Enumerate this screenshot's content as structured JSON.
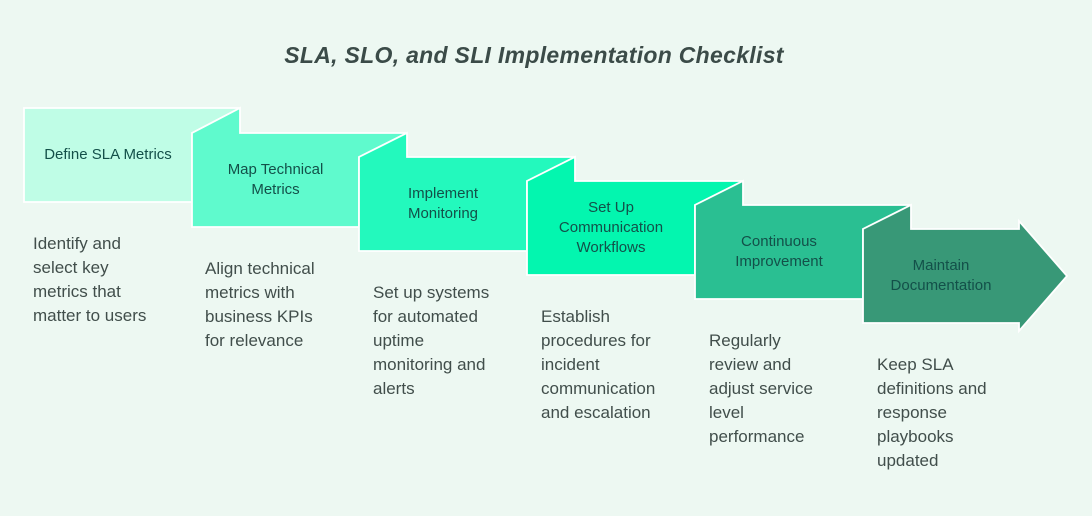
{
  "title": "SLA, SLO, and SLI Implementation Checklist",
  "theme": {
    "background": "#edf8f2",
    "title_color": "#3b4b48",
    "label_color": "#135049",
    "description_color": "#414e4b",
    "crease_color": "#ffffff",
    "step_colors": [
      "#bffde6",
      "#5ffacd",
      "#23f9bd",
      "#03f6af",
      "#2abf92",
      "#389877"
    ]
  },
  "steps": [
    {
      "label": "Define SLA Metrics",
      "description": "Identify and select key metrics that matter to users",
      "color": "#bffde6"
    },
    {
      "label": "Map Technical Metrics",
      "description": "Align technical metrics with business KPIs for relevance",
      "color": "#5ffacd"
    },
    {
      "label": "Implement Monitoring",
      "description": "Set up systems for automated uptime monitoring and alerts",
      "color": "#23f9bd"
    },
    {
      "label": "Set Up Communication Workflows",
      "description": "Establish procedures for incident communication and escalation",
      "color": "#03f6af"
    },
    {
      "label": "Continuous Improvement",
      "description": "Regularly review and adjust service level performance",
      "color": "#2abf92"
    },
    {
      "label": "Maintain Documentation",
      "description": "Keep SLA definitions and response playbooks updated",
      "color": "#389877"
    }
  ]
}
